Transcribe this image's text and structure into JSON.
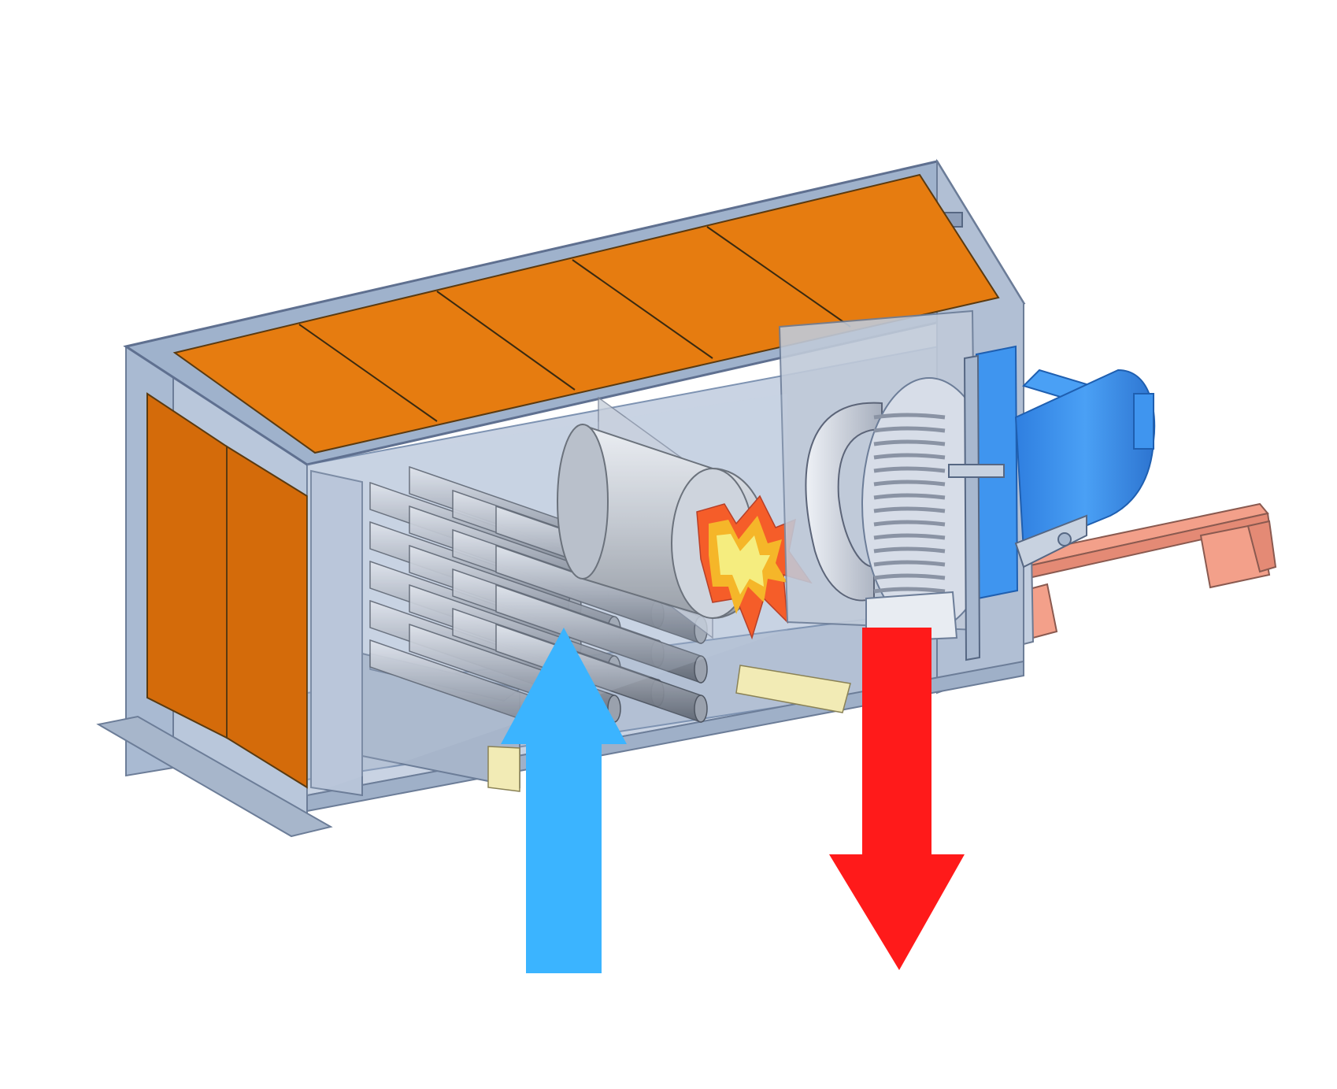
{
  "diagram": {
    "subject": "air-heater-unit-cutaway",
    "components": [
      {
        "id": "housing-frame",
        "kind": "structure"
      },
      {
        "id": "insulated-roof-panels",
        "kind": "panel",
        "count": 5
      },
      {
        "id": "insulated-side-panels",
        "kind": "panel",
        "count": 2
      },
      {
        "id": "heat-exchanger-tube-bundle",
        "kind": "exchanger"
      },
      {
        "id": "combustion-chamber",
        "kind": "chamber"
      },
      {
        "id": "burner-flame",
        "kind": "flame"
      },
      {
        "id": "centrifugal-fan",
        "kind": "fan"
      },
      {
        "id": "fan-motor",
        "kind": "motor"
      },
      {
        "id": "base-rails",
        "kind": "structure"
      }
    ],
    "arrows": [
      {
        "id": "cold-air-inlet-arrow",
        "direction": "up",
        "meaning": "inlet"
      },
      {
        "id": "hot-air-outlet-arrow",
        "direction": "down",
        "meaning": "outlet"
      }
    ],
    "colors": {
      "background": "#ffffff",
      "frame": "#9fb2cc",
      "frame_dark": "#7e93b2",
      "interior": "#c9d3e3",
      "panel_orange": "#e67c10",
      "panel_orange_dark": "#d46b0a",
      "motor_blue": "#3f95ef",
      "rail_salmon": "#f3a08a",
      "cold_arrow": "#3bb4ff",
      "hot_arrow": "#ff1a1a",
      "flame_outer": "#ff4400",
      "flame_mid": "#ffb000",
      "flame_inner": "#fff36a"
    }
  }
}
